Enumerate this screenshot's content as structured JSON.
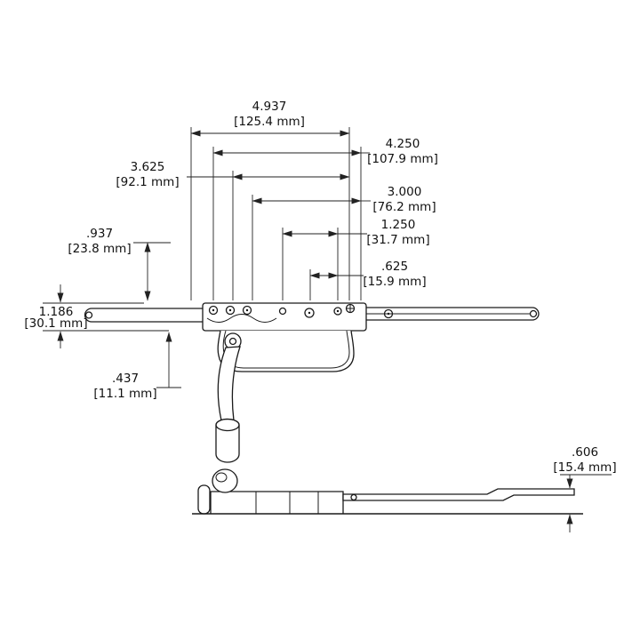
{
  "drawing": {
    "type": "technical-dimension-drawing",
    "subject": "casement-window-operator",
    "line_color": "#1a1a1a",
    "background_color": "#ffffff"
  },
  "dims": {
    "d4937": {
      "in": "4.937",
      "mm": "[125.4 mm]"
    },
    "d4250": {
      "in": "4.250",
      "mm": "[107.9 mm]"
    },
    "d3625": {
      "in": "3.625",
      "mm": "[92.1 mm]"
    },
    "d3000": {
      "in": "3.000",
      "mm": "[76.2 mm]"
    },
    "d1250": {
      "in": "1.250",
      "mm": "[31.7 mm]"
    },
    "d0625": {
      "in": ".625",
      "mm": "[15.9 mm]"
    },
    "d0937": {
      "in": ".937",
      "mm": "[23.8 mm]"
    },
    "d1186": {
      "in": "1.186",
      "mm": "[30.1 mm]"
    },
    "d0437": {
      "in": ".437",
      "mm": "[11.1 mm]"
    },
    "d0606": {
      "in": ".606",
      "mm": "[15.4 mm]"
    }
  }
}
